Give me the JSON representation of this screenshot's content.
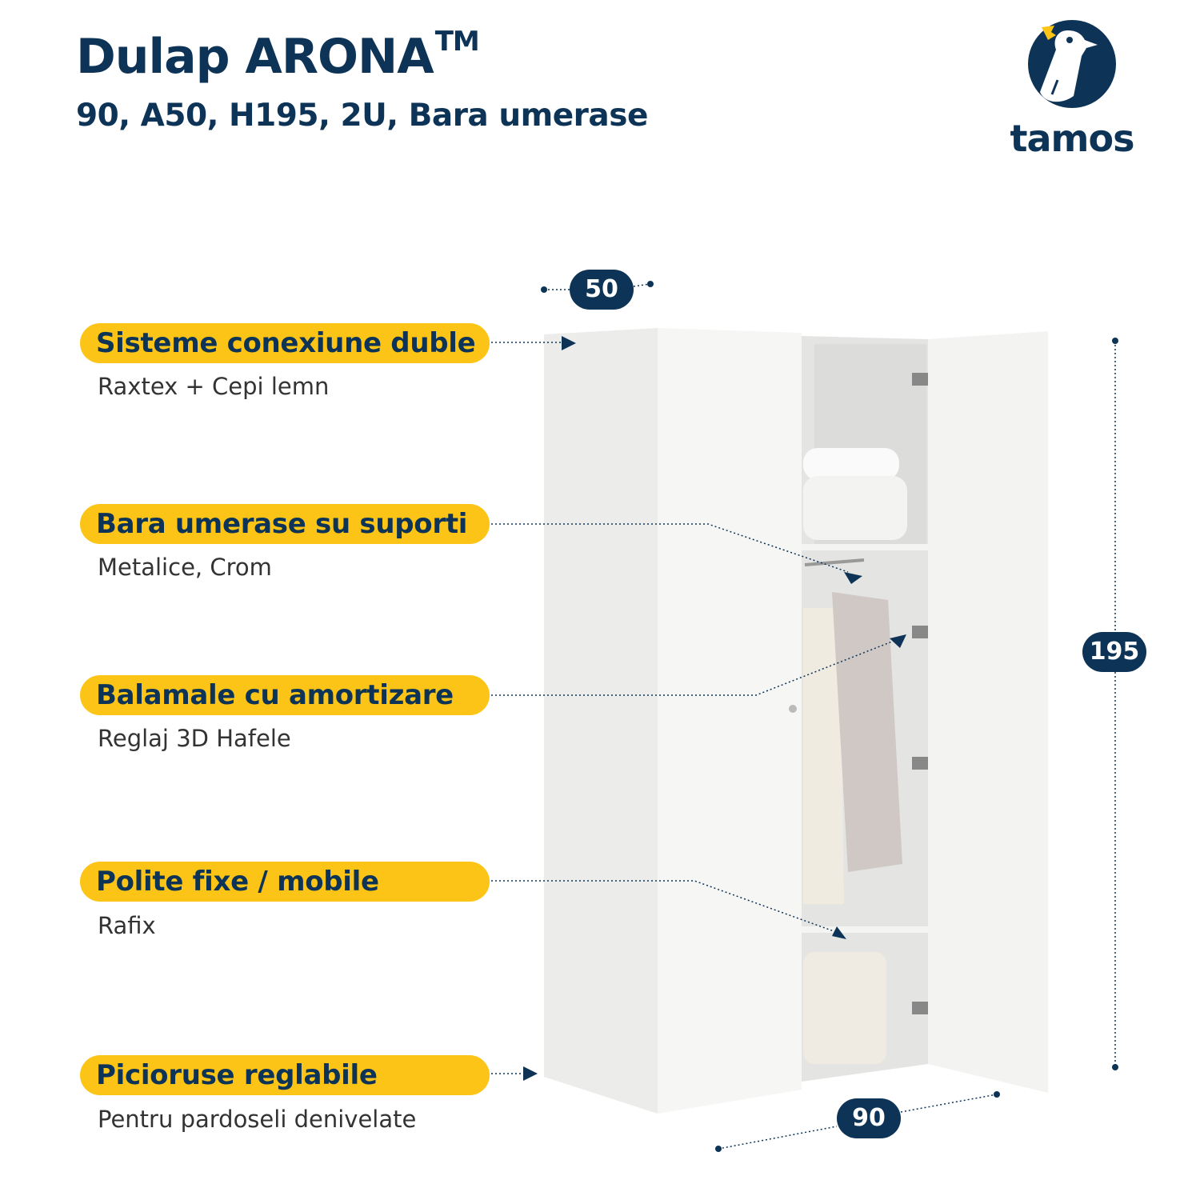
{
  "header": {
    "title": "Dulap ARONA",
    "trademark": "TM",
    "subtitle": "90, A50, H195, 2U, Bara umerase"
  },
  "logo": {
    "text": "tamos"
  },
  "features": [
    {
      "title": "Sisteme conexiune duble",
      "detail": "Raxtex + Cepi lemn"
    },
    {
      "title": "Bara umerase su suporti",
      "detail": "Metalice, Crom"
    },
    {
      "title": "Balamale cu amortizare",
      "detail": "Reglaj 3D Hafele"
    },
    {
      "title": "Polite fixe / mobile",
      "detail": "Rafix"
    },
    {
      "title": "Picioruse reglabile",
      "detail": "Pentru pardoseli denivelate"
    }
  ],
  "dimensions": {
    "depth": "50",
    "height": "195",
    "width": "90"
  },
  "colors": {
    "navy": "#0d3457",
    "yellow": "#fbc416"
  }
}
